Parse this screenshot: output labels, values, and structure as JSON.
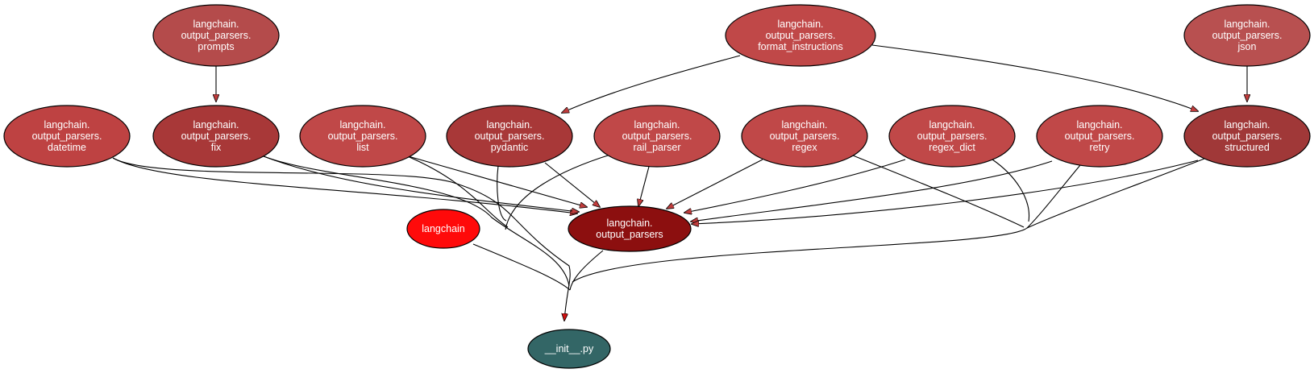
{
  "graph": {
    "nodes": [
      {
        "id": "prompts",
        "lines": [
          "langchain.",
          "output_parsers.",
          "prompts"
        ],
        "fill": "#b44b4b"
      },
      {
        "id": "format_instructions",
        "lines": [
          "langchain.",
          "output_parsers.",
          "format_instructions"
        ],
        "fill": "#c04848"
      },
      {
        "id": "json",
        "lines": [
          "langchain.",
          "output_parsers.",
          "json"
        ],
        "fill": "#b85050"
      },
      {
        "id": "datetime",
        "lines": [
          "langchain.",
          "output_parsers.",
          "datetime"
        ],
        "fill": "#be4242"
      },
      {
        "id": "fix",
        "lines": [
          "langchain.",
          "output_parsers.",
          "fix"
        ],
        "fill": "#a83838"
      },
      {
        "id": "list",
        "lines": [
          "langchain.",
          "output_parsers.",
          "list"
        ],
        "fill": "#c04848"
      },
      {
        "id": "pydantic",
        "lines": [
          "langchain.",
          "output_parsers.",
          "pydantic"
        ],
        "fill": "#a83838"
      },
      {
        "id": "rail_parser",
        "lines": [
          "langchain.",
          "output_parsers.",
          "rail_parser"
        ],
        "fill": "#c04848"
      },
      {
        "id": "regex",
        "lines": [
          "langchain.",
          "output_parsers.",
          "regex"
        ],
        "fill": "#c04848"
      },
      {
        "id": "regex_dict",
        "lines": [
          "langchain.",
          "output_parsers.",
          "regex_dict"
        ],
        "fill": "#c04848"
      },
      {
        "id": "retry",
        "lines": [
          "langchain.",
          "output_parsers.",
          "retry"
        ],
        "fill": "#c04848"
      },
      {
        "id": "structured",
        "lines": [
          "langchain.",
          "output_parsers.",
          "structured"
        ],
        "fill": "#a03838"
      },
      {
        "id": "langchain",
        "lines": [
          "langchain"
        ],
        "fill": "#ff0a0a"
      },
      {
        "id": "output_parsers",
        "lines": [
          "langchain.",
          "output_parsers"
        ],
        "fill": "#8c0f0f"
      },
      {
        "id": "init",
        "lines": [
          "__init__.py"
        ],
        "fill": "#336666"
      }
    ]
  }
}
